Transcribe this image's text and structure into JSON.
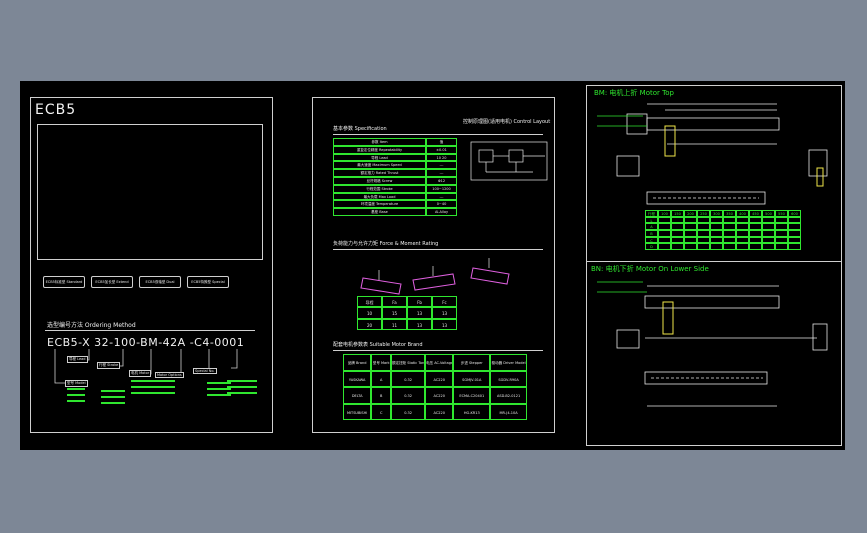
{
  "sheet1": {
    "title": "ECB5",
    "buttons": [
      "ECB5标准型 Standard",
      "ECB5加长型 Extend",
      "ECB5双轴型 Dual",
      "ECB5特殊型 Special"
    ],
    "ordering_title": "选型编号方法  Ordering Method",
    "ordering_code": "ECB5-X  32-100-BM-42A  -C4-0001",
    "code_labels": [
      "型号 Model",
      "导程 Lead",
      "行程 Stroke",
      "电机 Motor",
      "Motor Options",
      "Special No."
    ]
  },
  "sheet2": {
    "spec_title": "基本参数  Specification",
    "layout_title": "控制原理图(适用电机)  Control Layout",
    "load_title": "负荷能力与允许力矩  Force & Moment Rating",
    "motor_title": "配套电机参数表  Suitable Motor Brand",
    "spec_rows": [
      [
        "重复定位精度 Repeatability",
        "±0.01"
      ],
      [
        "导程 Lead",
        "10 20"
      ],
      [
        "最大速度 Maximum Speed",
        "---"
      ],
      [
        "额定推力 Rated Thrust",
        "---"
      ],
      [
        "丝杆规格 Screw",
        "Φ12"
      ],
      [
        "行程范围 Stroke",
        "100~1200"
      ],
      [
        "最大负载 Max Load",
        "---"
      ],
      [
        "环境温度 Temperature",
        "0~40"
      ],
      [
        "基座 Base",
        "Al-Alloy"
      ]
    ],
    "motor_headers": [
      "品牌 Brand",
      "型号 Mark",
      "额定扭矩 Static Torque N.m",
      "电压 AC-Voltage",
      "步进 Stepper",
      "驱动器 Driver Model"
    ],
    "motor_rows": [
      [
        "YASKAWA",
        "A",
        "0.32",
        "AC220",
        "SGMJV-01A",
        "SGDV-R90A"
      ],
      [
        "DELTA",
        "B",
        "0.32",
        "AC220",
        "ECMA-C20401",
        "ASD-B2-0121"
      ],
      [
        "MITSUBISHI",
        "C",
        "0.32",
        "AC220",
        "HG-KR13",
        "MR-J4-10A"
      ]
    ],
    "load_headers": [
      "导程",
      "Fa",
      "Fb",
      "Fc"
    ],
    "load_rows": [
      [
        "10",
        "15",
        "13",
        "13"
      ],
      [
        "20",
        "11",
        "13",
        "13"
      ]
    ]
  },
  "sheet3": {
    "section_top": "BM: 电机上折  Motor Top",
    "section_bottom": "BN: 电机下折  Motor On Lower Side",
    "table_headers": [
      "行程",
      "100",
      "150",
      "200",
      "250",
      "300",
      "350",
      "400",
      "450",
      "500",
      "550",
      "600"
    ],
    "table_rows": [
      [
        "L",
        "",
        "",
        "",
        "",
        "",
        "",
        "",
        "",
        "",
        "",
        ""
      ],
      [
        "A",
        "",
        "",
        "",
        "",
        "",
        "",
        "",
        "",
        "",
        "",
        ""
      ],
      [
        "B",
        "",
        "",
        "",
        "",
        "",
        "",
        "",
        "",
        "",
        "",
        ""
      ],
      [
        "C",
        "",
        "",
        "",
        "",
        "",
        "",
        "",
        "",
        "",
        "",
        ""
      ],
      [
        "D",
        "",
        "",
        "",
        "",
        "",
        "",
        "",
        "",
        "",
        "",
        ""
      ]
    ]
  },
  "colors": {
    "frame": "#cfcfcf",
    "green": "#2fe62f",
    "yellow": "#f0e64a",
    "magenta": "#e060e0",
    "background": "#000000",
    "page": "#7d8796"
  }
}
